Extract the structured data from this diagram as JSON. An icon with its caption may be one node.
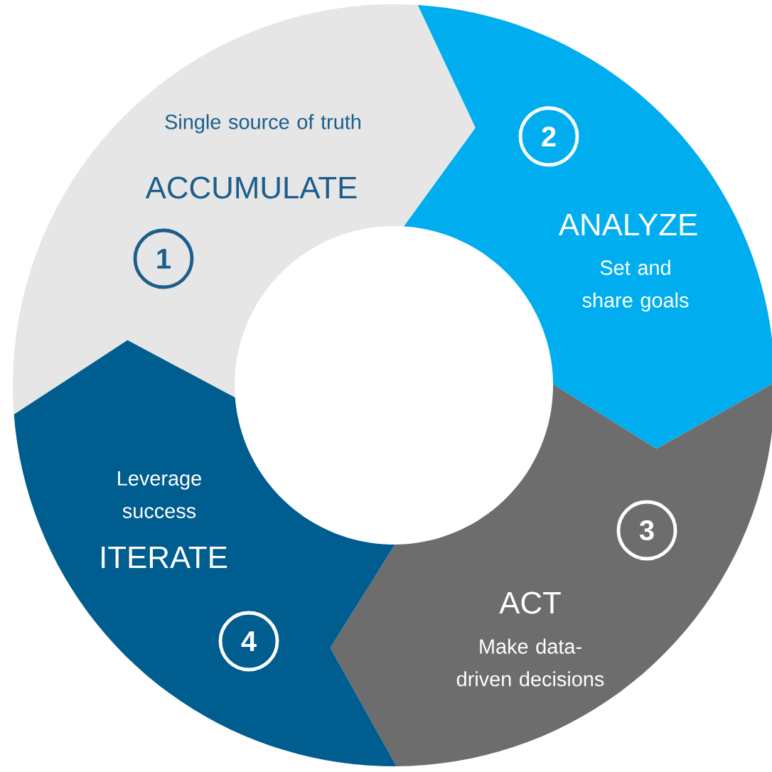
{
  "diagram": {
    "nodes": [
      {
        "text": [
          "Single source of truth",
          "ACCUMULATE",
          "1"
        ]
      },
      {
        "text": [
          "2",
          "ANALYZE",
          "Set and share goals"
        ]
      },
      {
        "text": [
          "3",
          "ACT",
          "Make data-driven decisions"
        ]
      },
      {
        "text": [
          "Leverage success",
          "ITERATE",
          "4"
        ]
      }
    ]
  }
}
